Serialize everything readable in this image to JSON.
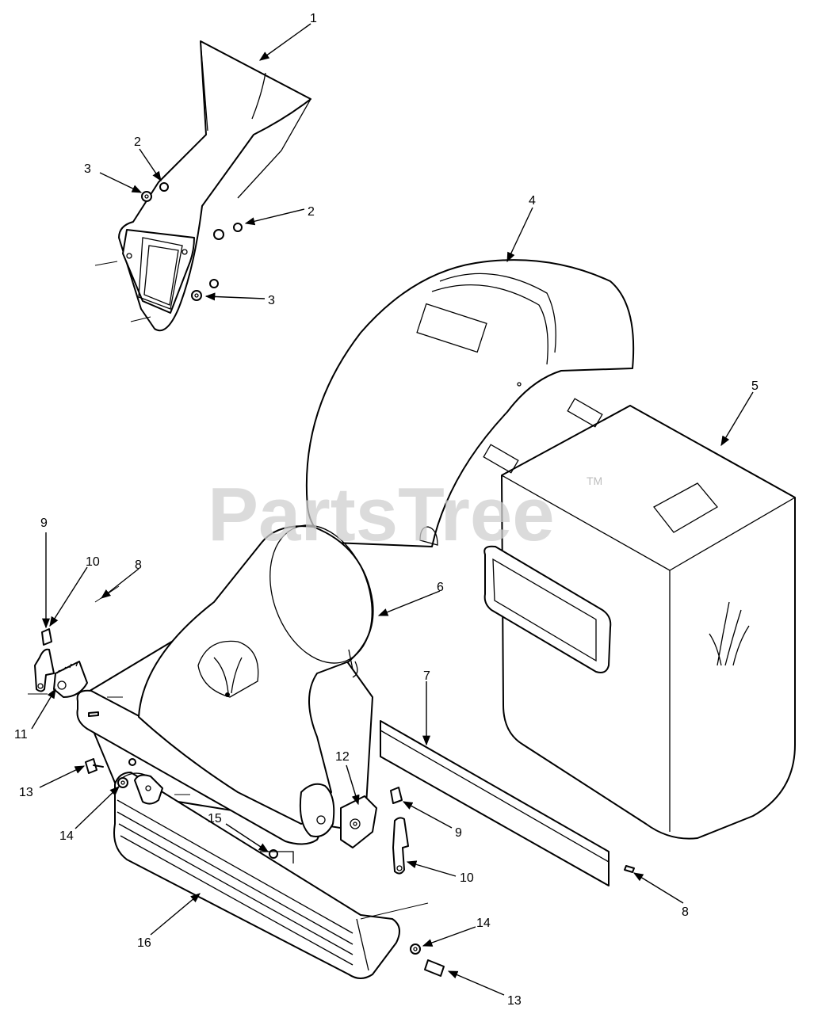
{
  "watermark": {
    "brand": "PartsTree",
    "trademark": "TM"
  },
  "callouts": {
    "c1": "1",
    "c2a": "2",
    "c2b": "2",
    "c3a": "3",
    "c3b": "3",
    "c4": "4",
    "c5": "5",
    "c6": "6",
    "c7": "7",
    "c8a": "8",
    "c8b": "8",
    "c9a": "9",
    "c9b": "9",
    "c10a": "10",
    "c10b": "10",
    "c11": "11",
    "c12": "12",
    "c13a": "13",
    "c13b": "13",
    "c14a": "14",
    "c14b": "14",
    "c15": "15",
    "c16": "16"
  },
  "colors": {
    "line": "#000000",
    "background": "#ffffff",
    "watermark": "#cfcfcf"
  }
}
